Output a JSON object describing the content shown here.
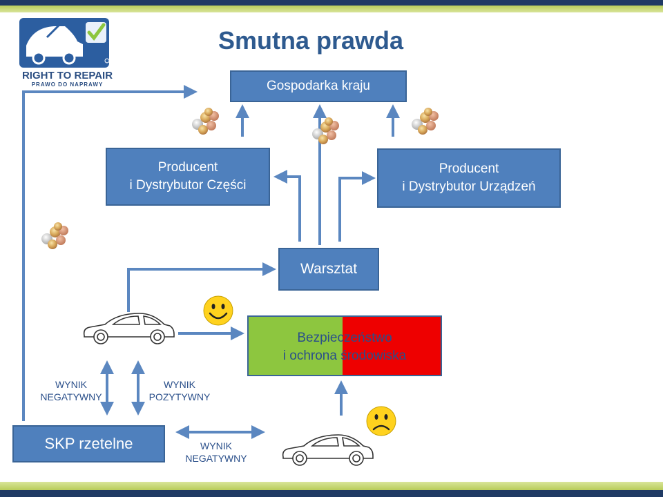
{
  "title": "Smutna prawda",
  "logo": {
    "name": "RIGHT TO REPAIR",
    "subtitle": "PRAWO DO NAPRAWY"
  },
  "boxes": {
    "gospodarka": "Gospodarka kraju",
    "producent_czesci": {
      "line1": "Producent",
      "line2": "i Dystrybutor Części"
    },
    "producent_urzadzen": {
      "line1": "Producent",
      "line2": "i Dystrybutor Urządzeń"
    },
    "warsztat": "Warsztat",
    "bezpieczenstwo": {
      "line1": "Bezpieczeństwo",
      "line2": "i ochrona środowiska"
    },
    "skp": "SKP rzetelne"
  },
  "labels": {
    "wynik_negatywny_1": {
      "line1": "WYNIK",
      "line2": "NEGATYWNY"
    },
    "wynik_pozytywny": {
      "line1": "WYNIK",
      "line2": "POZYTYWNY"
    },
    "wynik_negatywny_2": {
      "line1": "WYNIK",
      "line2": "NEGATYWNY"
    }
  },
  "icons": [
    "logo-car-icon",
    "checkmark-icon",
    "coins-icon",
    "car-icon",
    "smiley-happy-icon",
    "smiley-sad-icon"
  ],
  "colors": {
    "box_fill": "#4f80bd",
    "box_border": "#3a6496",
    "arrow": "#5b87c0",
    "title": "#2e5a8f",
    "green": "#8dc63f",
    "red": "#ee0000",
    "smiley": "#ffd21e"
  }
}
